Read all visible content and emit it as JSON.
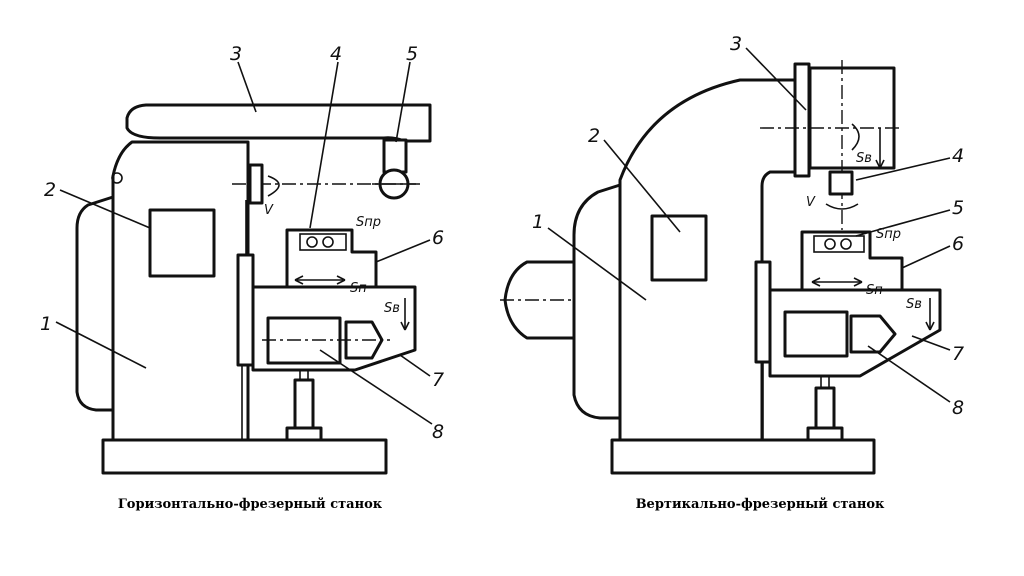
{
  "left": {
    "caption": "Горизонтально-фрезерный станок",
    "labels": {
      "n1": "1",
      "n2": "2",
      "n3": "3",
      "n4": "4",
      "n5": "5",
      "n6": "6",
      "n7": "7",
      "n8": "8",
      "v": "V",
      "snp": "Sпр",
      "sn": "Sп",
      "sv": "Sв"
    }
  },
  "right": {
    "caption": "Вертикально-фрезерный станок",
    "labels": {
      "n1": "1",
      "n2": "2",
      "n3": "3",
      "n4": "4",
      "n5": "5",
      "n6": "6",
      "n7": "7",
      "n8": "8",
      "v": "V",
      "snp": "Sпр",
      "sn": "Sп",
      "sv1": "Sв",
      "sv2": "Sв"
    }
  }
}
